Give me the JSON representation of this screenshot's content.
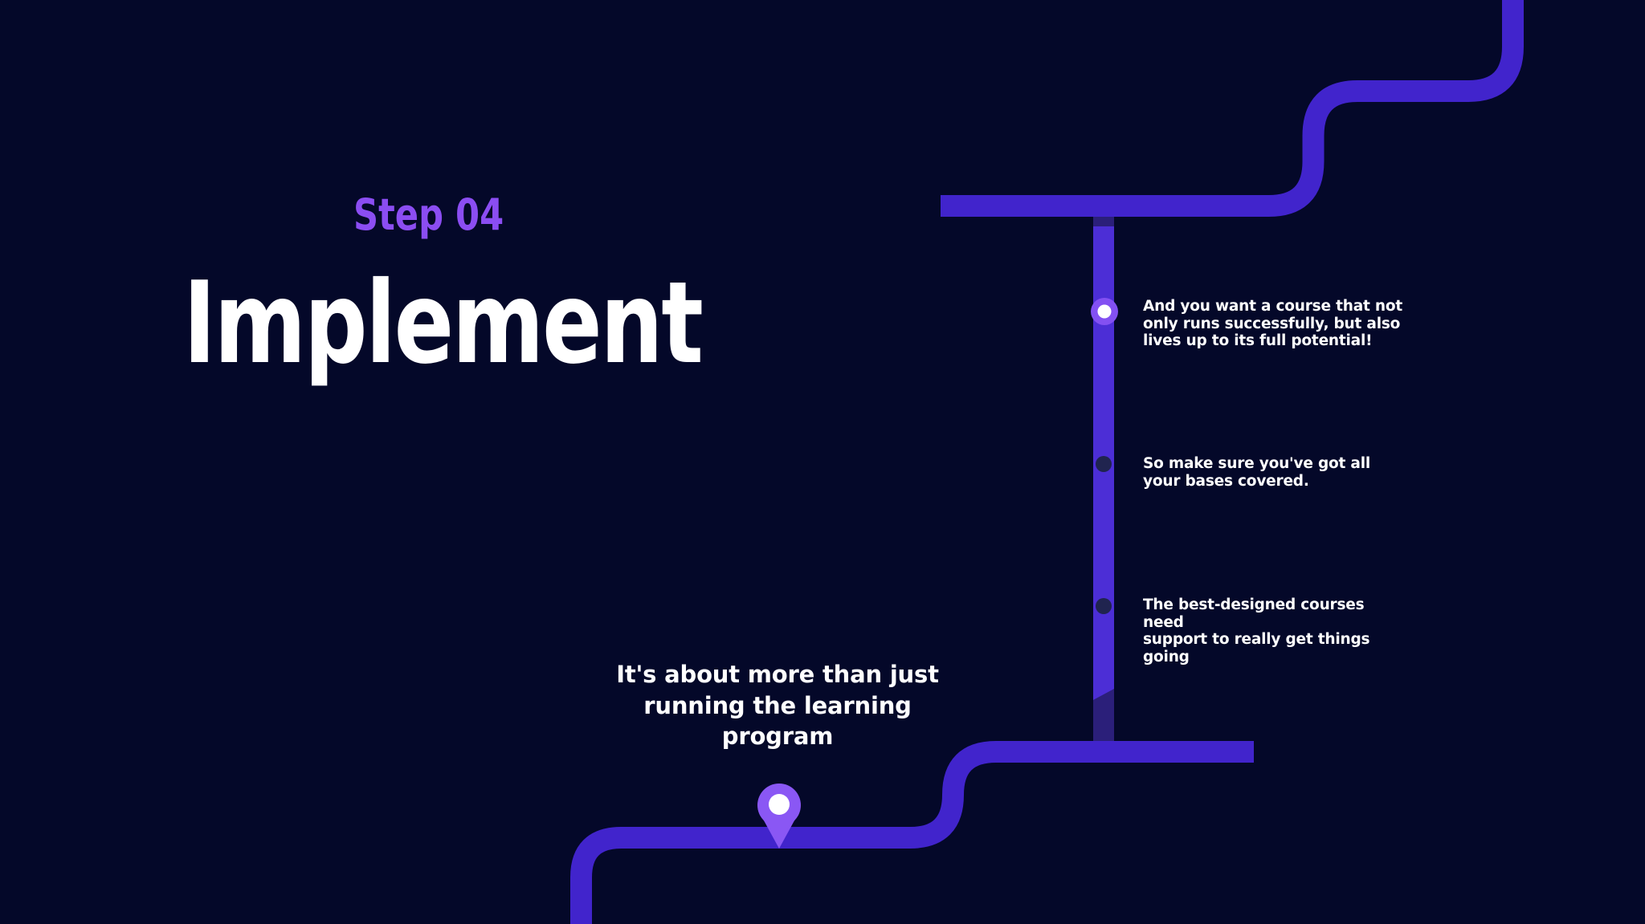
{
  "colors": {
    "background": "#040829",
    "road": "#4124cc",
    "pole_bright": "#4c2ed6",
    "pole_dark": "#2b1f7a",
    "accent_purple": "#8b4df2",
    "pin": "#8a57f4",
    "bullet_highlight": "#8350f2",
    "bullet_dim": "#20244f",
    "white": "#ffffff"
  },
  "header": {
    "step_label": "Step 04",
    "title": "Implement"
  },
  "subtitle": {
    "lines": [
      "It's about more than just",
      "running the learning",
      "program"
    ]
  },
  "timeline": {
    "items": [
      {
        "highlighted": true,
        "lines": [
          "And you want a course that not",
          "only runs successfully, but also",
          "lives up to its full potential!"
        ]
      },
      {
        "highlighted": false,
        "lines": [
          "So make sure you've got all",
          "your bases covered."
        ]
      },
      {
        "highlighted": false,
        "lines": [
          "The best-designed courses need",
          "support to really get things going"
        ]
      }
    ]
  }
}
